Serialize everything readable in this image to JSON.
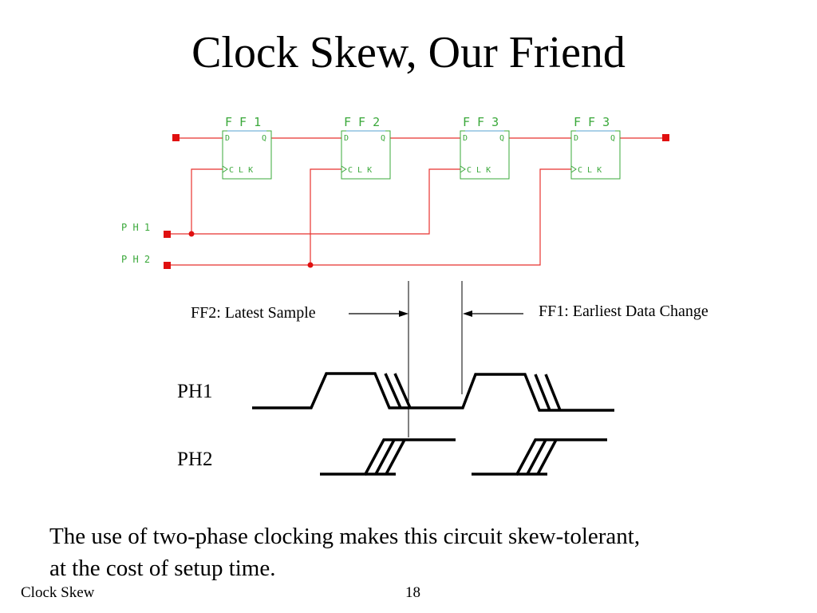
{
  "slide": {
    "title": "Clock Skew, Our Friend",
    "caption_line1": "The use of two-phase clocking makes this circuit skew-tolerant,",
    "caption_line2": "at the cost of setup time.",
    "footer_left": "Clock Skew",
    "page_number": "18"
  },
  "schematic": {
    "flipflops": [
      {
        "label": "F F 1",
        "d": "D",
        "q": "Q",
        "clk": "C L K"
      },
      {
        "label": "F F 2",
        "d": "D",
        "q": "Q",
        "clk": "C L K"
      },
      {
        "label": "F F 3",
        "d": "D",
        "q": "Q",
        "clk": "C L K"
      },
      {
        "label": "F F 3",
        "d": "D",
        "q": "Q",
        "clk": "C L K"
      }
    ],
    "inputs": {
      "ph1": "P H 1",
      "ph2": "P H 2"
    },
    "colors": {
      "wire": "#e8322f",
      "block": "#3aa83a",
      "label": "#3aa83a",
      "node": "#e01010"
    }
  },
  "timing": {
    "signal1": "PH1",
    "signal2": "PH2",
    "annotation_left": "FF2: Latest Sample",
    "annotation_right": "FF1: Earliest Data Change"
  }
}
